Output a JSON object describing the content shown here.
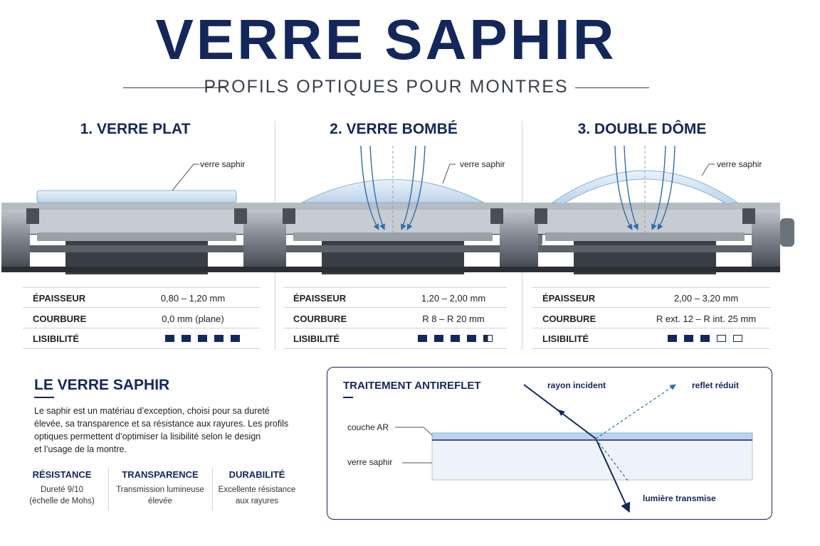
{
  "header": {
    "title": "VERRE SAPHIR",
    "subtitle": "PROFILS OPTIQUES POUR MONTRES"
  },
  "columns": [
    {
      "title": "1. VERRE PLAT",
      "glass_label": "verre saphir",
      "specs": [
        {
          "label": "ÉPAISSEUR",
          "value": "0,80 – 1,20 mm"
        },
        {
          "label": "COURBURE",
          "value": "0,0 mm (plane)"
        },
        {
          "label": "LISIBILITÉ",
          "value": ""
        }
      ],
      "readability": [
        "full",
        "full",
        "full",
        "full",
        "full"
      ]
    },
    {
      "title": "2. VERRE BOMBÉ",
      "glass_label": "verre saphir",
      "specs": [
        {
          "label": "ÉPAISSEUR",
          "value": "1,20 – 2,00 mm"
        },
        {
          "label": "COURBURE",
          "value": "R 8 – R 20 mm"
        },
        {
          "label": "LISIBILITÉ",
          "value": ""
        }
      ],
      "readability": [
        "full",
        "full",
        "full",
        "full",
        "half"
      ]
    },
    {
      "title": "3. DOUBLE DÔME",
      "glass_label": "verre saphir",
      "specs": [
        {
          "label": "ÉPAISSEUR",
          "value": "2,00 – 3,20 mm"
        },
        {
          "label": "COURBURE",
          "value": "R ext. 12 – R int. 25 mm"
        },
        {
          "label": "LISIBILITÉ",
          "value": ""
        }
      ],
      "readability": [
        "full",
        "full",
        "full",
        "empty",
        "empty"
      ]
    }
  ],
  "about": {
    "title": "LE VERRE SAPHIR",
    "paragraph_lines": [
      "Le saphir est un matériau d’exception, choisi pour sa dureté",
      "élevée, sa transparence et sa résistance aux rayures.  Les profils",
      "optiques permettent d’optimiser la lisibilité selon le design",
      "et l’usage de la montre."
    ],
    "properties": [
      {
        "title": "RÉSISTANCE",
        "lines": [
          "Dureté 9/10",
          "(échelle de Mohs)"
        ]
      },
      {
        "title": "TRANSPARENCE",
        "lines": [
          "Transmission lumineuse",
          "élevée"
        ]
      },
      {
        "title": "DURABILITÉ",
        "lines": [
          "Excellente résistance",
          "aux rayures"
        ]
      }
    ]
  },
  "antireflet": {
    "title": "TRAITEMENT ANTIREFLET",
    "incident": "rayon incident",
    "reflected": "reflet réduit",
    "coating": "couche AR",
    "glass": "verre saphir",
    "transmitted": "lumière transmise"
  },
  "colors": {
    "navy": "#14275a",
    "ray": "#2f6ea8",
    "steel": "#8a9099",
    "glass": "#d6e6f5"
  }
}
